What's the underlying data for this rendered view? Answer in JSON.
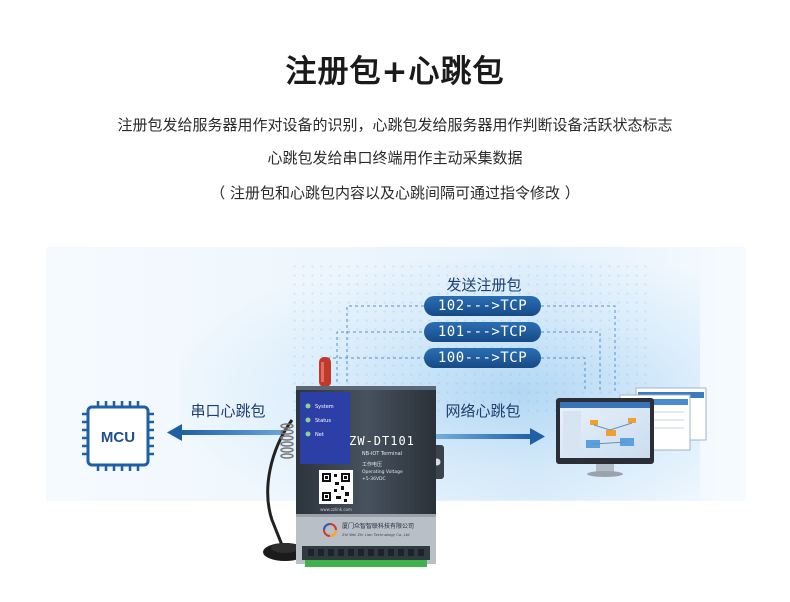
{
  "title": "注册包+心跳包",
  "description": {
    "line1": "注册包发给服务器用作对设备的识别，心跳包发给服务器用作判断设备活跃状态标志",
    "line2": "心跳包发给串口终端用作主动采集数据",
    "line3": "（ 注册包和心跳包内容以及心跳间隔可通过指令修改 ）"
  },
  "diagram": {
    "mcu_label": "MCU",
    "serial_heartbeat_label": "串口心跳包",
    "network_heartbeat_label": "网络心跳包",
    "register_packet_label": "发送注册包",
    "packets": [
      {
        "id": "102",
        "arrow": "--->",
        "protocol": "TCP"
      },
      {
        "id": "101",
        "arrow": "--->",
        "protocol": "TCP"
      },
      {
        "id": "100",
        "arrow": "--->",
        "protocol": "TCP"
      }
    ],
    "device": {
      "model": "ZW-DT101",
      "subtitle": "NB-IOT  Terminal",
      "spec_title": "工作电压",
      "spec_line1": "Operating Voltage",
      "spec_line2": "+5-36VDC",
      "leds": [
        "System",
        "Status",
        "Net"
      ],
      "company_cn": "厦门众智智联科技有限公司",
      "company_en": "Zhi Wei Zhi Lian Technology Co.,Ltd",
      "website": "www.zzlink.com"
    },
    "colors": {
      "accent_blue": "#1f5fa6",
      "pill_blue": "#174a86",
      "device_body": "#3a4450",
      "panel_bg": "#eef6fd"
    }
  }
}
